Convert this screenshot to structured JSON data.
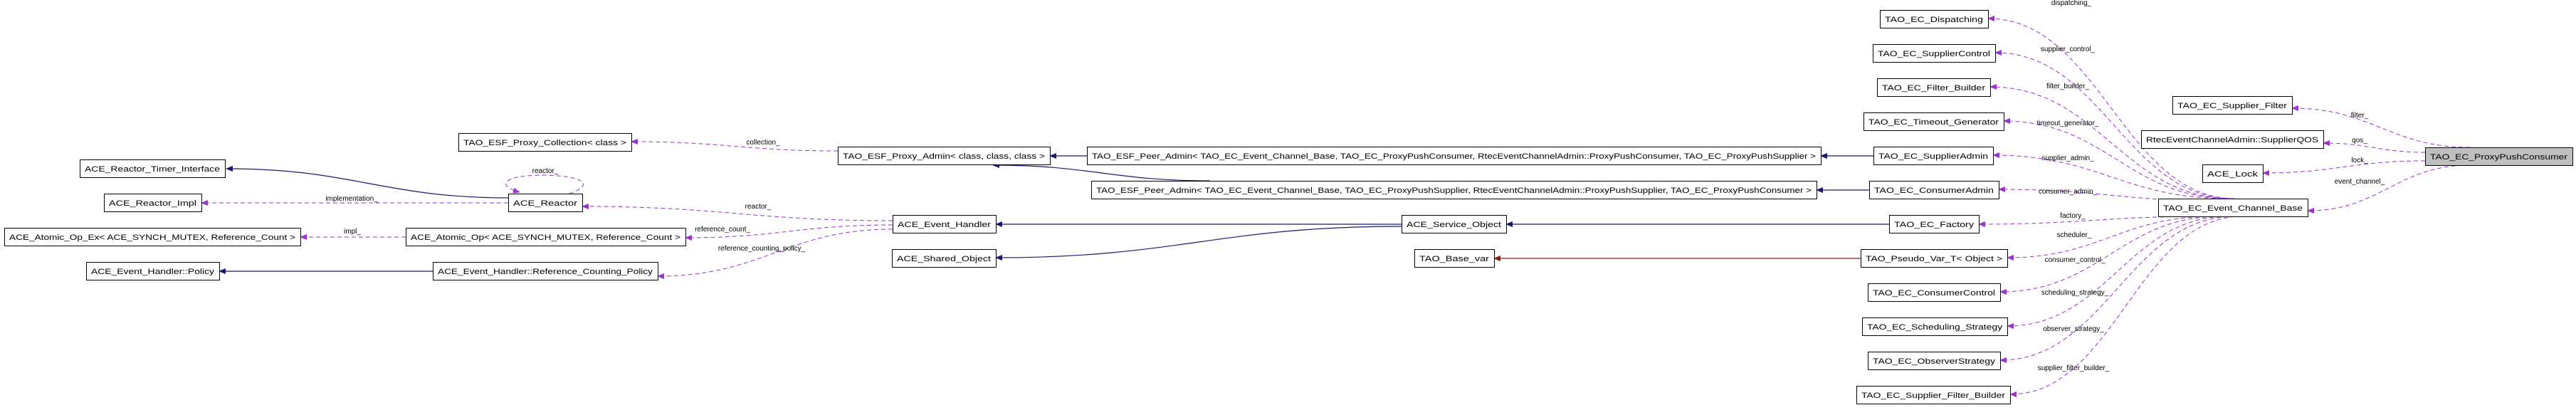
{
  "diagram": {
    "title": "TAO_EC_ProxyPushConsumer collaboration diagram",
    "colors": {
      "inheritance": "#191970",
      "template_instance": "#8b1a1a",
      "usage": "#9a32cd",
      "highlight": "#bfbfbf"
    },
    "nodes": [
      {
        "id": "disp",
        "label": "TAO_EC_Dispatching"
      },
      {
        "id": "supctl",
        "label": "TAO_EC_SupplierControl"
      },
      {
        "id": "fb",
        "label": "TAO_EC_Filter_Builder"
      },
      {
        "id": "tg",
        "label": "TAO_EC_Timeout_Generator"
      },
      {
        "id": "sa",
        "label": "TAO_EC_SupplierAdmin"
      },
      {
        "id": "ca",
        "label": "TAO_EC_ConsumerAdmin"
      },
      {
        "id": "fac",
        "label": "TAO_EC_Factory"
      },
      {
        "id": "pvt",
        "label": "TAO_Pseudo_Var_T< Object >"
      },
      {
        "id": "cc",
        "label": "TAO_EC_ConsumerControl"
      },
      {
        "id": "ss",
        "label": "TAO_EC_Scheduling_Strategy"
      },
      {
        "id": "os",
        "label": "TAO_EC_ObserverStrategy"
      },
      {
        "id": "sfb",
        "label": "TAO_EC_Supplier_Filter_Builder"
      },
      {
        "id": "sf",
        "label": "TAO_EC_Supplier_Filter"
      },
      {
        "id": "qos",
        "label": "RtecEventChannelAdmin::SupplierQOS"
      },
      {
        "id": "lock",
        "label": "ACE_Lock"
      },
      {
        "id": "ppc",
        "label": "TAO_EC_ProxyPushConsumer",
        "highlighted": true
      },
      {
        "id": "ecb",
        "label": "TAO_EC_Event_Channel_Base"
      },
      {
        "id": "so",
        "label": "ACE_Service_Object"
      },
      {
        "id": "bv",
        "label": "TAO_Base_var"
      },
      {
        "id": "peer1",
        "label": "TAO_ESF_Peer_Admin< TAO_EC_Event_Channel_Base, TAO_EC_ProxyPushConsumer, RtecEventChannelAdmin::ProxyPushConsumer, TAO_EC_ProxyPushSupplier >"
      },
      {
        "id": "peer2",
        "label": "TAO_ESF_Peer_Admin< TAO_EC_Event_Channel_Base, TAO_EC_ProxyPushSupplier, RtecEventChannelAdmin::ProxyPushSupplier, TAO_EC_ProxyPushConsumer >"
      },
      {
        "id": "pa",
        "label": "TAO_ESF_Proxy_Admin< class, class, class >"
      },
      {
        "id": "pc",
        "label": "TAO_ESF_Proxy_Collection< class >"
      },
      {
        "id": "rti",
        "label": "ACE_Reactor_Timer_Interface"
      },
      {
        "id": "ri",
        "label": "ACE_Reactor_Impl"
      },
      {
        "id": "re",
        "label": "ACE_Reactor"
      },
      {
        "id": "aoe",
        "label": "ACE_Atomic_Op_Ex< ACE_SYNCH_MUTEX, Reference_Count >"
      },
      {
        "id": "ao",
        "label": "ACE_Atomic_Op< ACE_SYNCH_MUTEX, Reference_Count >"
      },
      {
        "id": "pol",
        "label": "ACE_Event_Handler::Policy"
      },
      {
        "id": "rcp",
        "label": "ACE_Event_Handler::Reference_Counting_Policy"
      },
      {
        "id": "eh",
        "label": "ACE_Event_Handler"
      },
      {
        "id": "sho",
        "label": "ACE_Shared_Object"
      }
    ],
    "edges": [
      {
        "from": "re",
        "to": "rti",
        "kind": "inherit",
        "label": ""
      },
      {
        "from": "rcp",
        "to": "pol",
        "kind": "inherit",
        "label": ""
      },
      {
        "from": "peer1",
        "to": "pa",
        "kind": "inherit",
        "label": ""
      },
      {
        "from": "peer2",
        "to": "pa",
        "kind": "inherit",
        "label": ""
      },
      {
        "from": "so",
        "to": "eh",
        "kind": "inherit",
        "label": ""
      },
      {
        "from": "so",
        "to": "sho",
        "kind": "inherit",
        "label": ""
      },
      {
        "from": "sa",
        "to": "peer1",
        "kind": "inherit",
        "label": ""
      },
      {
        "from": "ca",
        "to": "peer2",
        "kind": "inherit",
        "label": ""
      },
      {
        "from": "fac",
        "to": "so",
        "kind": "inherit",
        "label": ""
      },
      {
        "from": "pvt",
        "to": "bv",
        "kind": "template",
        "label": ""
      },
      {
        "from": "re",
        "to": "ri",
        "kind": "use",
        "label": "implementation_"
      },
      {
        "from": "re",
        "to": "re",
        "kind": "use",
        "label": "reactor_"
      },
      {
        "from": "ao",
        "to": "aoe",
        "kind": "use",
        "label": "impl_"
      },
      {
        "from": "pa",
        "to": "pc",
        "kind": "use",
        "label": "collection_"
      },
      {
        "from": "eh",
        "to": "re",
        "kind": "use",
        "label": "reactor_"
      },
      {
        "from": "eh",
        "to": "ao",
        "kind": "use",
        "label": "reference_count_"
      },
      {
        "from": "eh",
        "to": "rcp",
        "kind": "use",
        "label": "reference_counting_policy_"
      },
      {
        "from": "ecb",
        "to": "disp",
        "kind": "use",
        "label": "dispatching_"
      },
      {
        "from": "ecb",
        "to": "supctl",
        "kind": "use",
        "label": "supplier_control_"
      },
      {
        "from": "ecb",
        "to": "fb",
        "kind": "use",
        "label": "filter_builder_"
      },
      {
        "from": "ecb",
        "to": "tg",
        "kind": "use",
        "label": "timeout_generator_"
      },
      {
        "from": "ecb",
        "to": "sa",
        "kind": "use",
        "label": "supplier_admin_"
      },
      {
        "from": "ecb",
        "to": "ca",
        "kind": "use",
        "label": "consumer_admin_"
      },
      {
        "from": "ecb",
        "to": "fac",
        "kind": "use",
        "label": "factory_"
      },
      {
        "from": "ecb",
        "to": "pvt",
        "kind": "use",
        "label": "scheduler_"
      },
      {
        "from": "ecb",
        "to": "cc",
        "kind": "use",
        "label": "consumer_control_"
      },
      {
        "from": "ecb",
        "to": "ss",
        "kind": "use",
        "label": "scheduling_strategy_"
      },
      {
        "from": "ecb",
        "to": "os",
        "kind": "use",
        "label": "observer_strategy_"
      },
      {
        "from": "ecb",
        "to": "sfb",
        "kind": "use",
        "label": "supplier_filter_builder_"
      },
      {
        "from": "ppc",
        "to": "sf",
        "kind": "use",
        "label": "filter_"
      },
      {
        "from": "ppc",
        "to": "qos",
        "kind": "use",
        "label": "qos_"
      },
      {
        "from": "ppc",
        "to": "lock",
        "kind": "use",
        "label": "lock_"
      },
      {
        "from": "ppc",
        "to": "ecb",
        "kind": "use",
        "label": "event_channel_"
      }
    ]
  }
}
